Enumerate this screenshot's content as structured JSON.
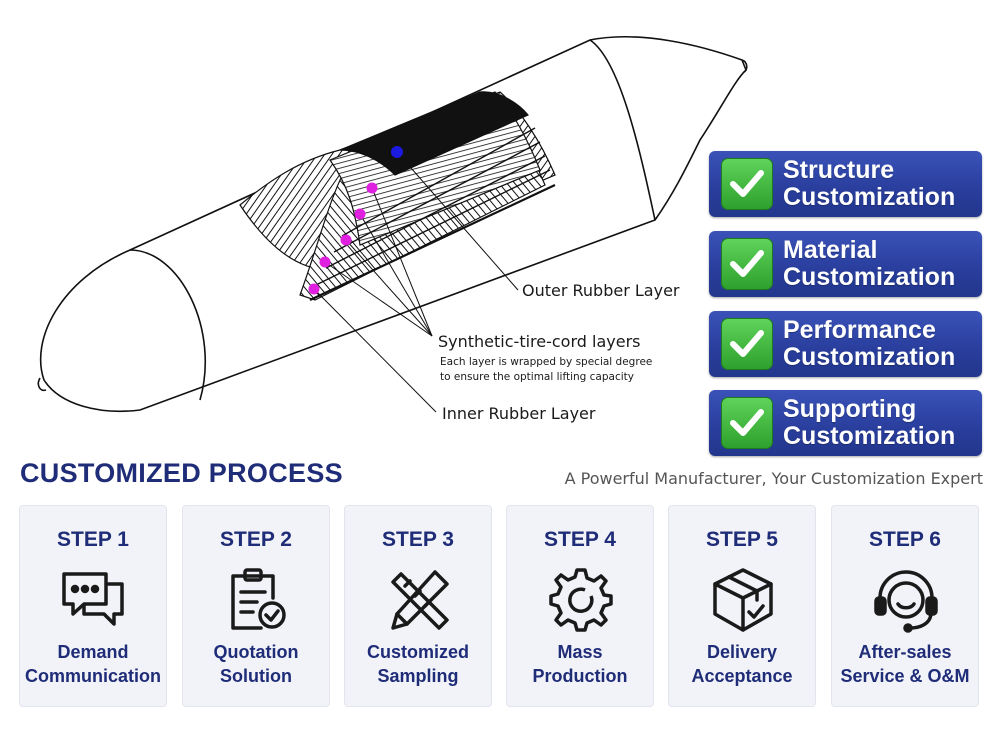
{
  "diagram": {
    "callouts": {
      "outer_rubber": "Outer Rubber Layer",
      "cord_layers": "Synthetic-tire-cord layers",
      "cord_note_1": "Each layer is wrapped by special degree",
      "cord_note_2": "to ensure the optimal lifting capacity",
      "inner_rubber": "Inner Rubber Layer"
    }
  },
  "badges": [
    {
      "line1": "Structure",
      "line2": "Customization",
      "icon": "check-icon"
    },
    {
      "line1": "Material",
      "line2": "Customization",
      "icon": "check-icon"
    },
    {
      "line1": "Performance",
      "line2": "Customization",
      "icon": "check-icon"
    },
    {
      "line1": "Supporting",
      "line2": "Customization",
      "icon": "check-icon"
    }
  ],
  "process": {
    "title": "CUSTOMIZED PROCESS",
    "tagline": "A Powerful Manufacturer, Your Customization Expert",
    "steps": [
      {
        "step": "STEP 1",
        "line1": "Demand",
        "line2": "Communication",
        "icon": "chat-bubbles-icon"
      },
      {
        "step": "STEP 2",
        "line1": "Quotation",
        "line2": "Solution",
        "icon": "clipboard-check-icon"
      },
      {
        "step": "STEP 3",
        "line1": "Customized",
        "line2": "Sampling",
        "icon": "pencil-ruler-icon"
      },
      {
        "step": "STEP 4",
        "line1": "Mass",
        "line2": "Production",
        "icon": "gear-icon"
      },
      {
        "step": "STEP 5",
        "line1": "Delivery",
        "line2": "Acceptance",
        "icon": "box-check-icon"
      },
      {
        "step": "STEP 6",
        "line1": "After-sales",
        "line2": "Service & O&M",
        "icon": "headset-icon"
      }
    ]
  },
  "colors": {
    "navy": "#1f2c78",
    "badge_blue": "#2a3f9e",
    "check_green": "#2ea02d",
    "marker_magenta": "#e020e0",
    "marker_blue": "#1a1ae0"
  }
}
